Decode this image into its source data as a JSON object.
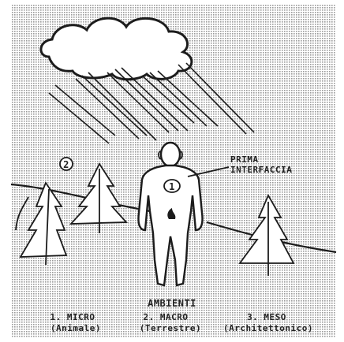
{
  "labels": {
    "interface": [
      "PRIMA",
      "INTERFACCIA"
    ],
    "marker_in_sky": "2",
    "marker_on_body": "1",
    "heading": "AMBIENTI",
    "environments": [
      {
        "number": "1. MICRO",
        "type": "(Animale)"
      },
      {
        "number": "2. MACRO",
        "type": "(Terrestre)"
      },
      {
        "number": "3. MESO",
        "type": "(Architettonico)"
      }
    ]
  },
  "colors": {
    "background_dots": "#9a9a9a",
    "line": "#1c1c1c",
    "figure_fill": "#ffffff"
  }
}
